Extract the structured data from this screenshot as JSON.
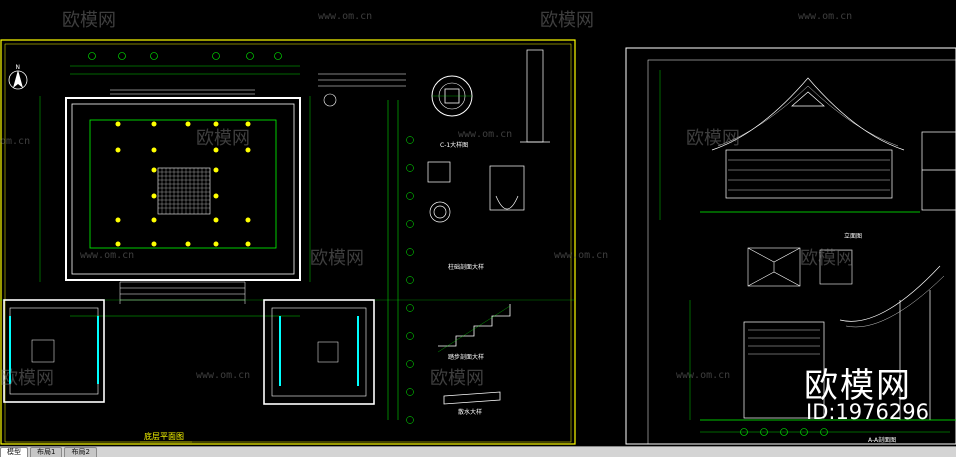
{
  "watermark": {
    "brand": "欧模网",
    "url": "www.om.cn",
    "url_short": "om.cn",
    "id_text": "ID:1976296"
  },
  "drawing": {
    "plan_title": "底层平面图",
    "elevation_title": "立面图",
    "section_title": "A-A剖面图",
    "detail_c1": "C-1大样图",
    "detail_base": "柱础剖面大样",
    "detail_stair": "踏步剖面大样",
    "detail_eave": "散水大样",
    "north_label": "N"
  },
  "tabs": [
    {
      "label": "模型",
      "active": true
    },
    {
      "label": "布局1",
      "active": false
    },
    {
      "label": "布局2",
      "active": false
    }
  ],
  "colors": {
    "background": "#000000",
    "line_green": "#00ff00",
    "line_yellow": "#ffff00",
    "line_white": "#ffffff",
    "line_cyan": "#00ffff"
  }
}
